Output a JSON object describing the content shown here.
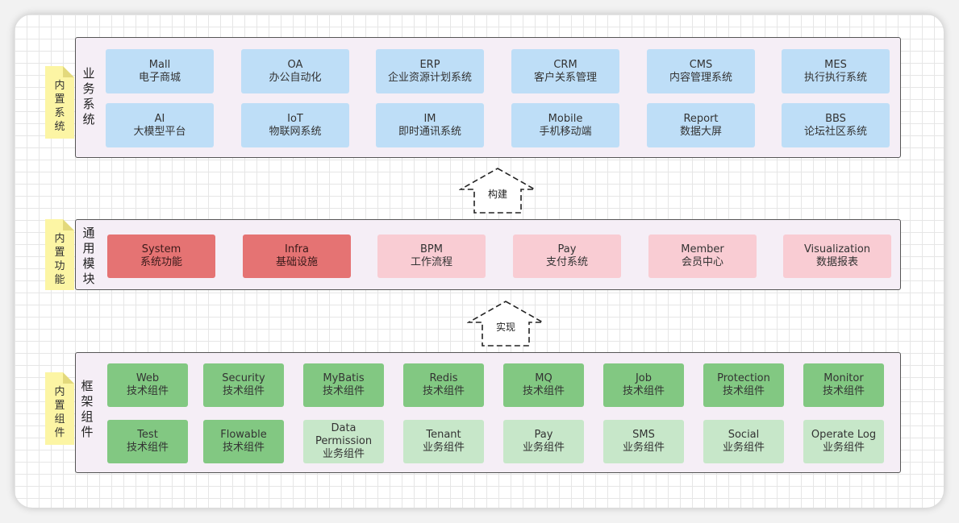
{
  "colors": {
    "blue": "#bedef7",
    "red_dark": "#e57373",
    "red_light": "#f9ccd3",
    "green_dark": "#82c882",
    "green_light": "#c7e7c9",
    "layer_bg": "#f5eef6",
    "note": "#fcf5a4"
  },
  "layers": {
    "business": {
      "title": "业务系统",
      "note": "内置系统",
      "boxes": [
        {
          "en": "Mall",
          "zh": "电子商城"
        },
        {
          "en": "OA",
          "zh": "办公自动化"
        },
        {
          "en": "ERP",
          "zh": "企业资源计划系统"
        },
        {
          "en": "CRM",
          "zh": "客户关系管理"
        },
        {
          "en": "CMS",
          "zh": "内容管理系统"
        },
        {
          "en": "MES",
          "zh": "执行执行系统"
        },
        {
          "en": "AI",
          "zh": "大模型平台"
        },
        {
          "en": "IoT",
          "zh": "物联网系统"
        },
        {
          "en": "IM",
          "zh": "即时通讯系统"
        },
        {
          "en": "Mobile",
          "zh": "手机移动端"
        },
        {
          "en": "Report",
          "zh": "数据大屏"
        },
        {
          "en": "BBS",
          "zh": "论坛社区系统"
        }
      ]
    },
    "common": {
      "title": "通用模块",
      "note": "内置功能",
      "boxes": [
        {
          "en": "System",
          "zh": "系统功能",
          "style": "red_dark"
        },
        {
          "en": "Infra",
          "zh": "基础设施",
          "style": "red_dark"
        },
        {
          "en": "BPM",
          "zh": "工作流程",
          "style": "red_light"
        },
        {
          "en": "Pay",
          "zh": "支付系统",
          "style": "red_light"
        },
        {
          "en": "Member",
          "zh": "会员中心",
          "style": "red_light"
        },
        {
          "en": "Visualization",
          "zh": "数据报表",
          "style": "red_light"
        }
      ]
    },
    "framework": {
      "title": "框架组件",
      "note": "内置组件",
      "boxes": [
        {
          "en": "Web",
          "zh": "技术组件",
          "style": "green_dark"
        },
        {
          "en": "Security",
          "zh": "技术组件",
          "style": "green_dark"
        },
        {
          "en": "MyBatis",
          "zh": "技术组件",
          "style": "green_dark"
        },
        {
          "en": "Redis",
          "zh": "技术组件",
          "style": "green_dark"
        },
        {
          "en": "MQ",
          "zh": "技术组件",
          "style": "green_dark"
        },
        {
          "en": "Job",
          "zh": "技术组件",
          "style": "green_dark"
        },
        {
          "en": "Protection",
          "zh": "技术组件",
          "style": "green_dark"
        },
        {
          "en": "Monitor",
          "zh": "技术组件",
          "style": "green_dark"
        },
        {
          "en": "Test",
          "zh": "技术组件",
          "style": "green_dark"
        },
        {
          "en": "Flowable",
          "zh": "技术组件",
          "style": "green_dark"
        },
        {
          "en": "Data Permission",
          "zh": "业务组件",
          "style": "green_light"
        },
        {
          "en": "Tenant",
          "zh": "业务组件",
          "style": "green_light"
        },
        {
          "en": "Pay",
          "zh": "业务组件",
          "style": "green_light"
        },
        {
          "en": "SMS",
          "zh": "业务组件",
          "style": "green_light"
        },
        {
          "en": "Social",
          "zh": "业务组件",
          "style": "green_light"
        },
        {
          "en": "Operate Log",
          "zh": "业务组件",
          "style": "green_light"
        }
      ]
    }
  },
  "arrows": {
    "top": "构建",
    "bottom": "实现"
  }
}
